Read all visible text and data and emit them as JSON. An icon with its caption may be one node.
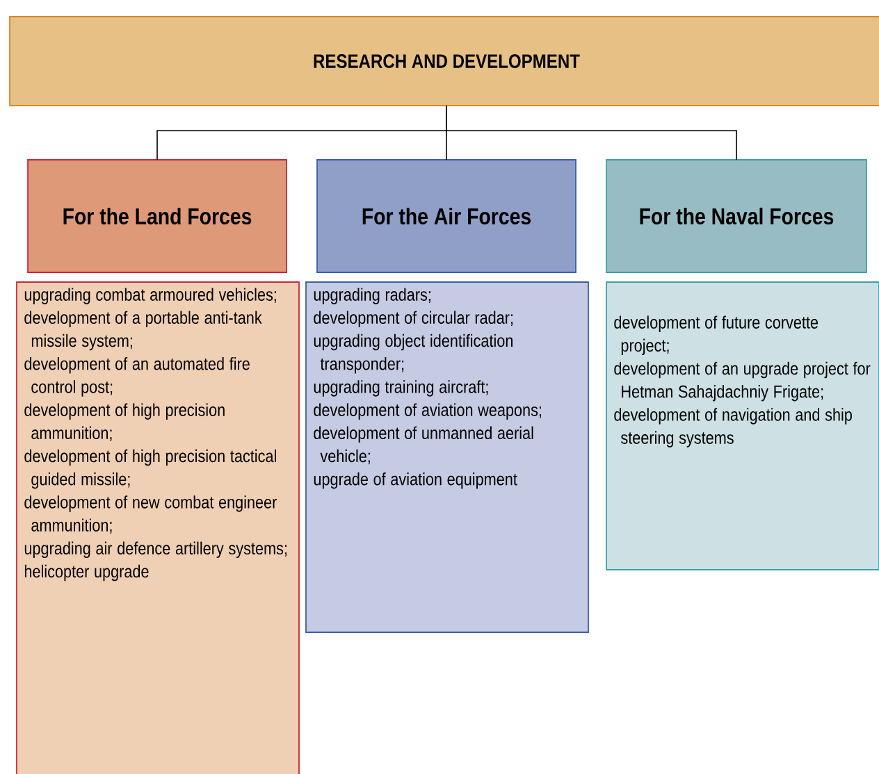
{
  "diagram": {
    "nodes": [
      {
        "text": [
          "RESEARCH AND DEVELOPMENT"
        ]
      },
      {
        "text": [
          "For the Land Forces"
        ]
      },
      {
        "text": [
          "For the Air Forces"
        ]
      },
      {
        "text": [
          "For the Naval Forces"
        ]
      },
      {
        "text": [
          "upgrading combat armoured vehicles;",
          "development of a portable anti-tank missile system;",
          "development of an automated fire control post;",
          "development of high precision ammunition;",
          "development of high precision tactical guided missile;",
          "development of new combat engineer ammunition;",
          "upgrading air defence artillery systems;",
          "helicopter upgrade"
        ]
      },
      {
        "text": [
          "upgrading radars;",
          "development of circular radar;",
          "upgrading object identification transponder;",
          "upgrading training aircraft;",
          "development of aviation weapons;",
          "development of unmanned aerial vehicle;",
          "upgrade of aviation equipment"
        ]
      },
      {
        "text": [
          "development of future corvette project;",
          "development of an upgrade project for Hetman Sahajdachniy Frigate;",
          "development of navigation and ship steering systems"
        ]
      }
    ],
    "edges": [
      {
        "from": 0,
        "to": 1,
        "arrow": "none"
      },
      {
        "from": 0,
        "to": 2,
        "arrow": "none"
      },
      {
        "from": 0,
        "to": 3,
        "arrow": "none"
      }
    ]
  }
}
